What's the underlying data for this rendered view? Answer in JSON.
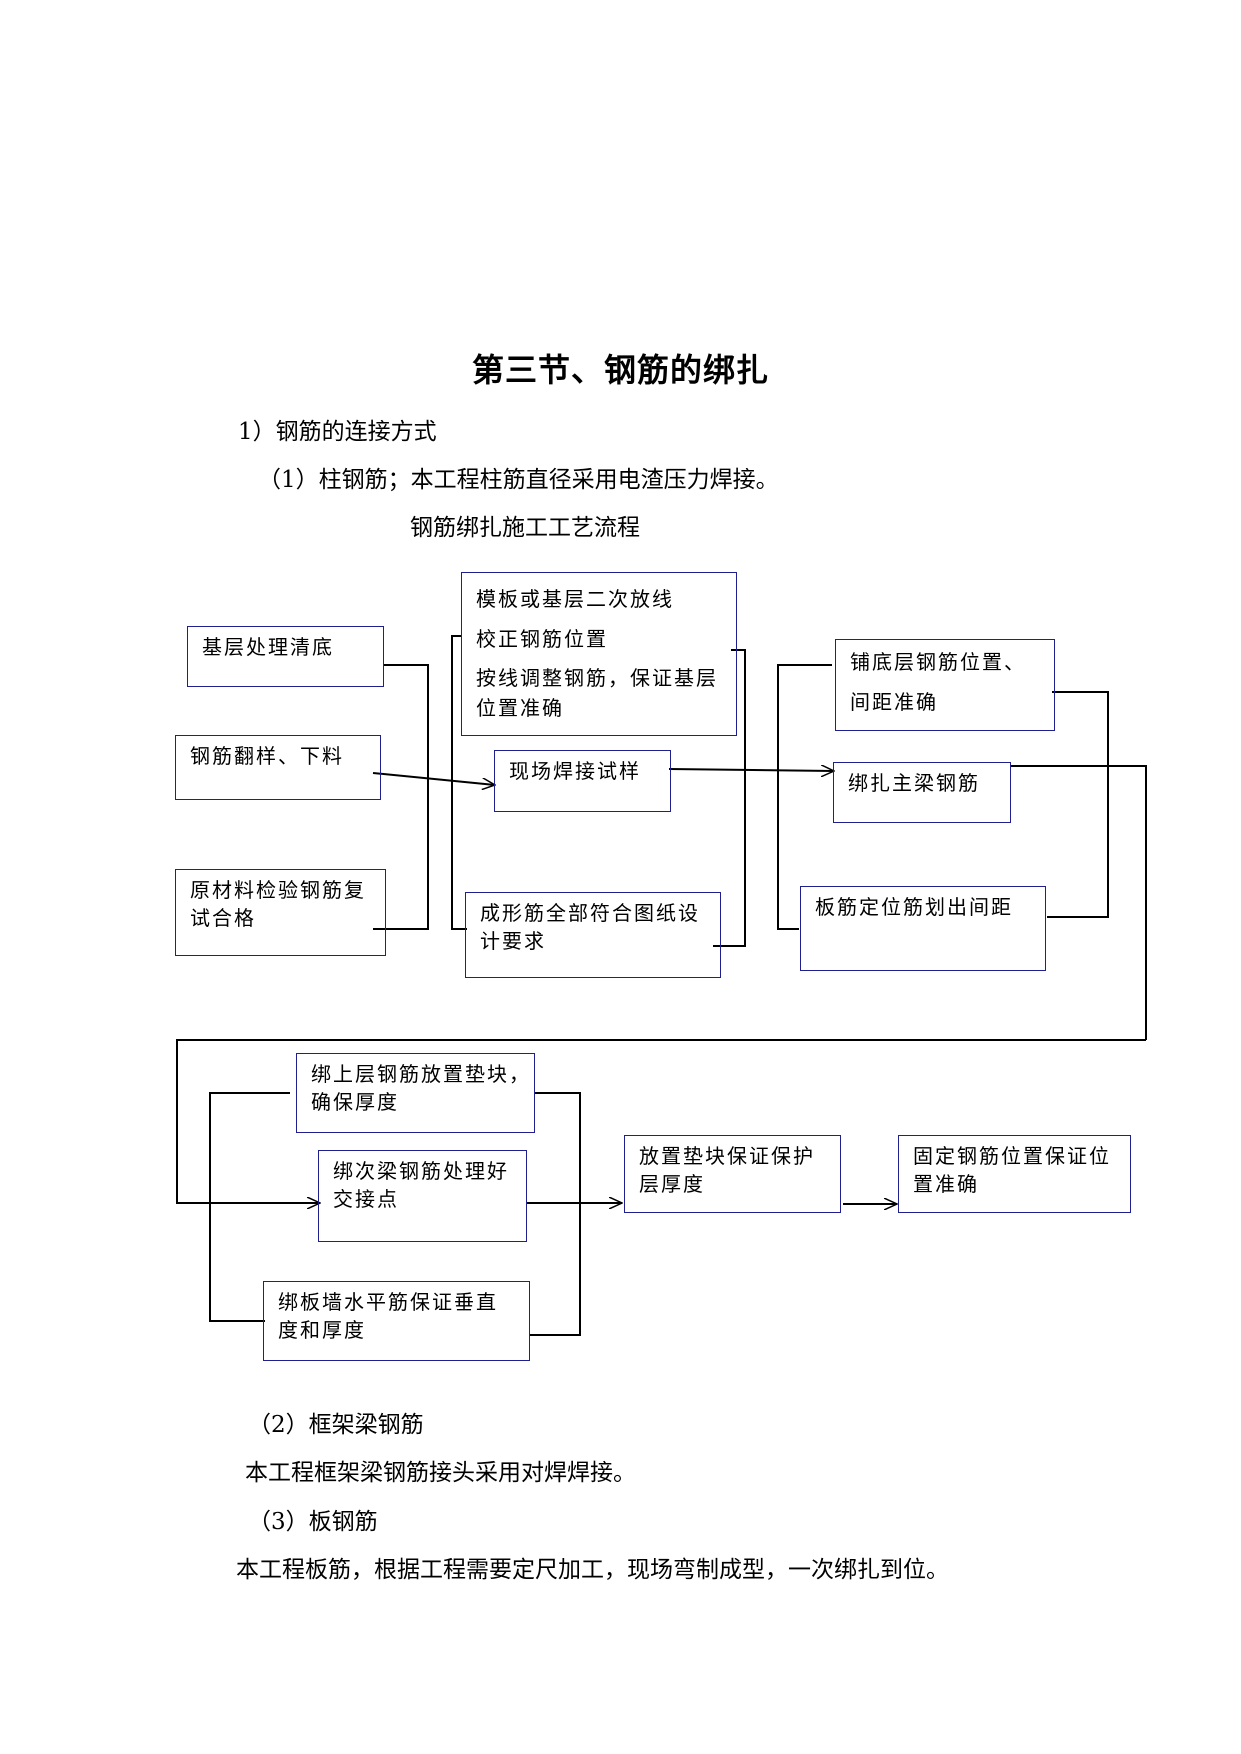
{
  "title": "第三节、钢筋的绑扎",
  "paragraphs": {
    "p1": "1）钢筋的连接方式",
    "p2": "（1）柱钢筋；本工程柱筋直径采用电渣压力焊接。",
    "p3": "钢筋绑扎施工工艺流程",
    "p4": "（2）框架梁钢筋",
    "p5": "本工程框架梁钢筋接头采用对焊焊接。",
    "p6": "（3）板钢筋",
    "p7": "本工程板筋，根据工程需要定尺加工，现场弯制成型，一次绑扎到位。"
  },
  "flow": {
    "b1": "基层处理清底",
    "b2": "钢筋翻样、下料",
    "b3a": "原材料检验钢筋复",
    "b3b": "试合格",
    "b4a": "模板或基层二次放线",
    "b4b": "校正钢筋位置",
    "b4c": "按线调整钢筋，保证基层",
    "b4d": "位置准确",
    "b5": "现场焊接试样",
    "b6a": "成形筋全部符合图纸设",
    "b6b": "计要求",
    "b7a": "铺底层钢筋位置、",
    "b7b": "间距准确",
    "b8": "绑扎主梁钢筋",
    "b9": "板筋定位筋划出间距",
    "b10a": "绑上层钢筋放置垫块，",
    "b10b": "确保厚度",
    "b11a": "绑次梁钢筋处理好",
    "b11b": "交接点",
    "b12a": "绑板墙水平筋保证垂直",
    "b12b": "度和厚度",
    "b13a": "放置垫块保证保护",
    "b13b": "层厚度",
    "b14a": "固定钢筋位置保证位",
    "b14b": "置准确"
  },
  "colors": {
    "box_border": "#1f1f8f",
    "line": "#000000"
  }
}
